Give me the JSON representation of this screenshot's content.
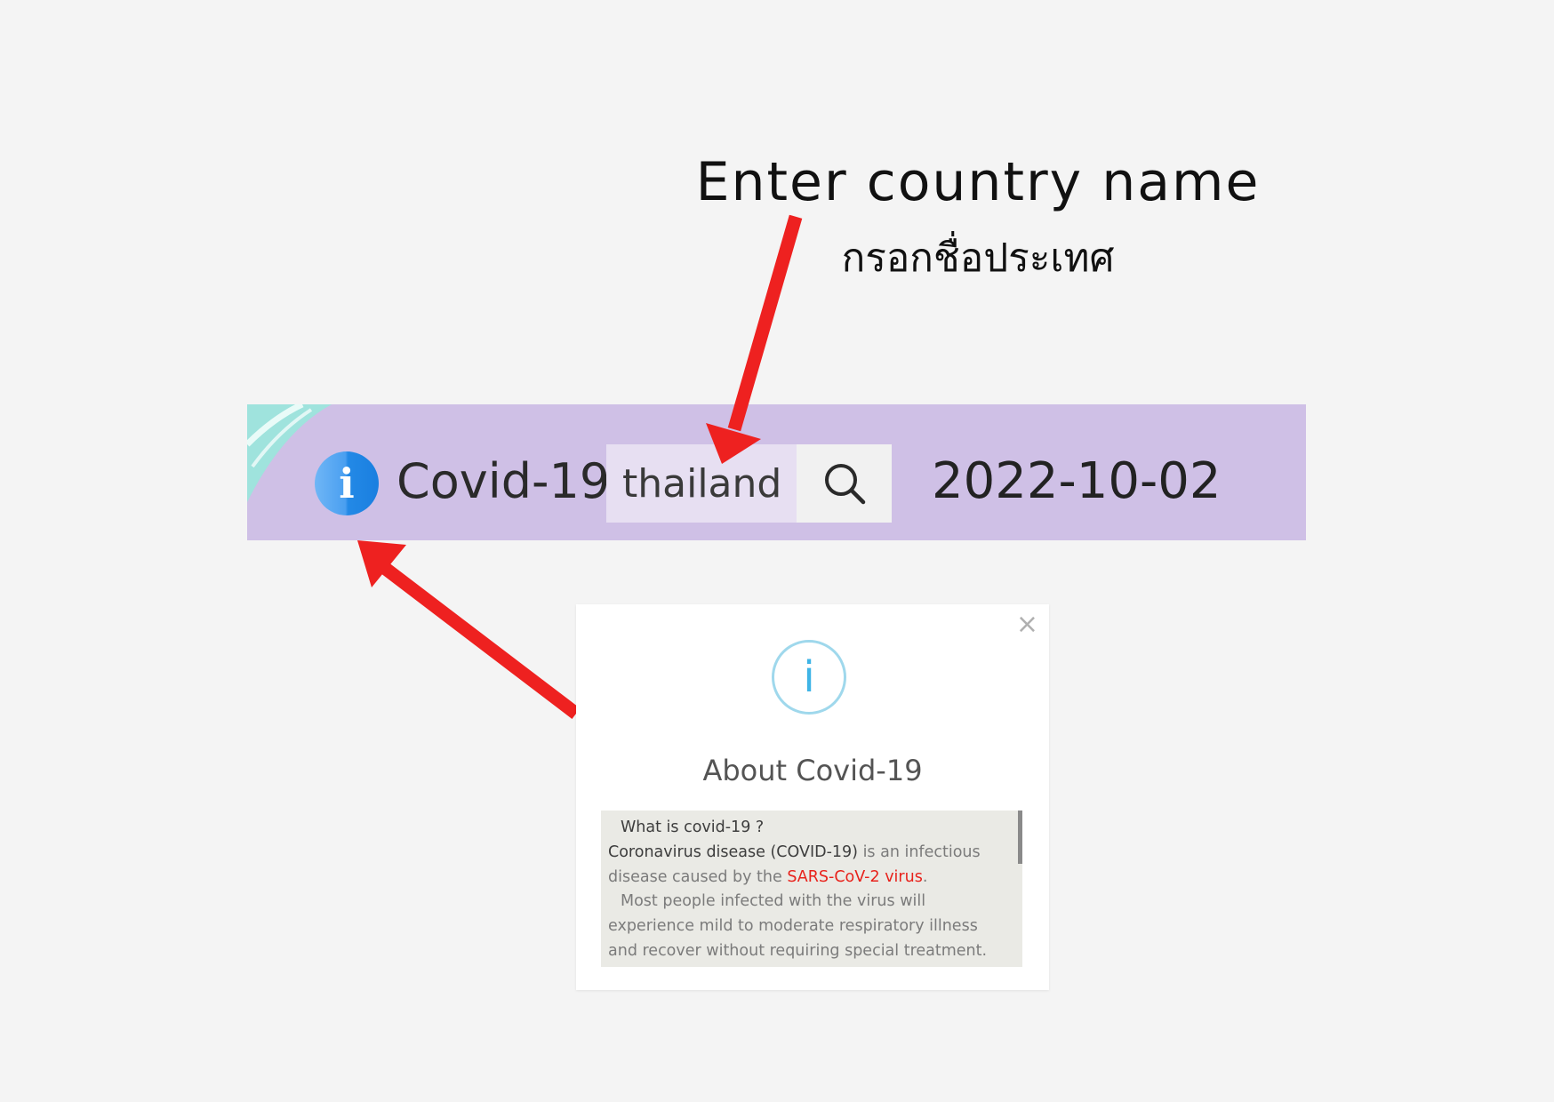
{
  "annotation": {
    "english": "Enter country name",
    "thai": "กรอกชื่อประเทศ"
  },
  "toolbar": {
    "info_icon": "i",
    "title": "Covid-19",
    "search_value": "thailand",
    "search_icon": "search-icon",
    "date": "2022-10-02"
  },
  "modal": {
    "close_icon": "×",
    "info_icon": "i",
    "title": "About Covid-19",
    "question": "What is covid-19 ?",
    "term": "Coronavirus disease (COVID-19)",
    "text1": " is an infectious disease caused by the ",
    "link": "SARS-CoV-2 virus",
    "text2": ".",
    "text3": "Most people infected with the virus will experience mild to moderate respiratory illness and recover without requiring special treatment."
  },
  "colors": {
    "toolbar_bg": "#cfc0e6",
    "arrow": "#ee2120",
    "link": "#e8211a"
  }
}
